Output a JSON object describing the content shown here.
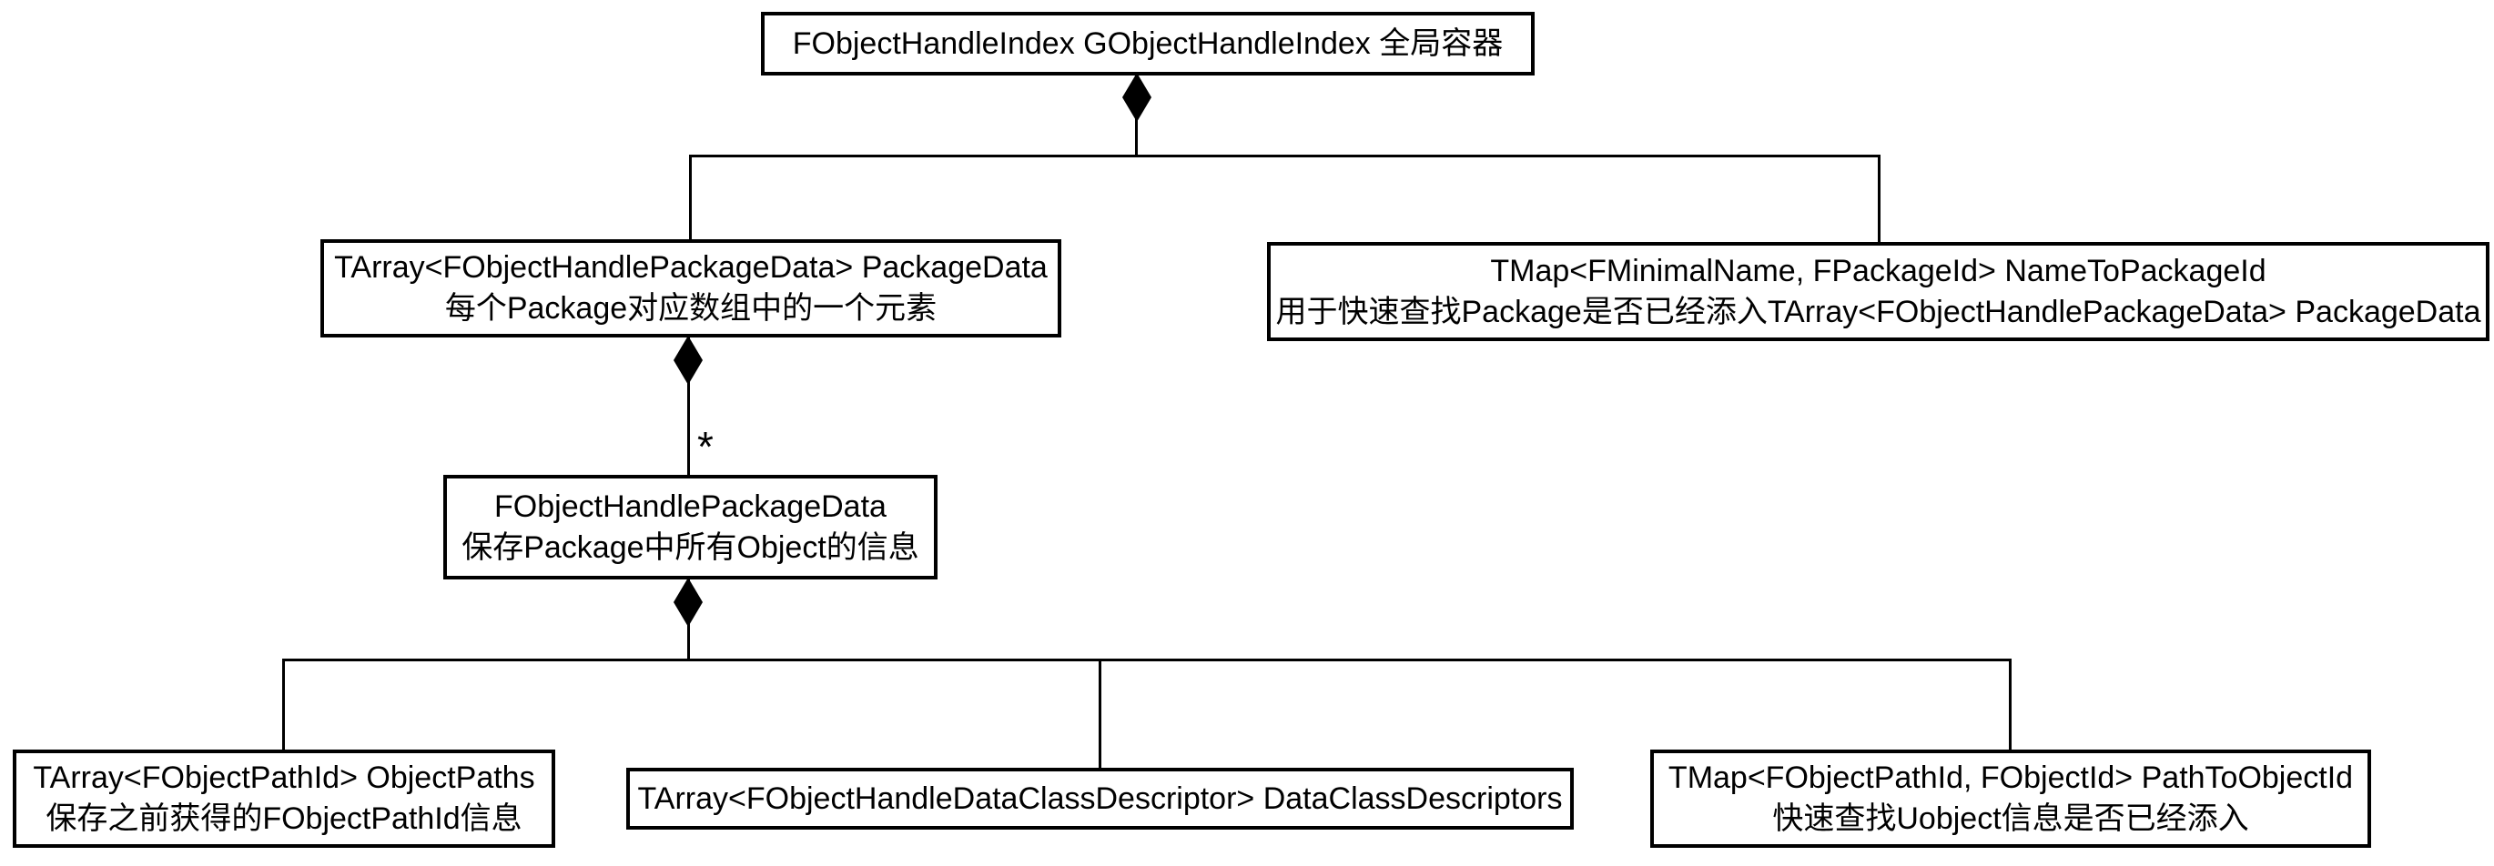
{
  "diagram": {
    "type": "uml-composition-diagram",
    "colors": {
      "line": "#000000",
      "box_border": "#000000",
      "box_fill": "#ffffff",
      "text": "#000000",
      "background": "#ffffff"
    },
    "nodes": {
      "root": {
        "line1": "FObjectHandleIndex GObjectHandleIndex 全局容器",
        "line2": ""
      },
      "package_data_array": {
        "line1": "TArray<FObjectHandlePackageData> PackageData",
        "line2": "每个Package对应数组中的一个元素"
      },
      "name_to_package_id": {
        "line1": "TMap<FMinimalName, FPackageId> NameToPackageId",
        "line2": "用于快速查找Package是否已经添入TArray<FObjectHandlePackageData> PackageData"
      },
      "package_data_struct": {
        "line1": "FObjectHandlePackageData",
        "line2": "保存Package中所有Object的信息"
      },
      "object_paths": {
        "line1": "TArray<FObjectPathId> ObjectPaths",
        "line2": "保存之前获得的FObjectPathId信息"
      },
      "data_class_descriptors": {
        "line1": "TArray<FObjectHandleDataClassDescriptor> DataClassDescriptors",
        "line2": ""
      },
      "path_to_object_id": {
        "line1": "TMap<FObjectPathId, FObjectId> PathToObjectId",
        "line2": "快速查找Uobject信息是否已经添入"
      }
    },
    "labels": {
      "multiplicity_star": "*"
    },
    "relations": [
      "GObjectHandleIndex ◆— PackageData",
      "GObjectHandleIndex ◆— NameToPackageId",
      "PackageData ◆—* FObjectHandlePackageData",
      "FObjectHandlePackageData ◆— ObjectPaths",
      "FObjectHandlePackageData ◆— DataClassDescriptors",
      "FObjectHandlePackageData ◆— PathToObjectId"
    ]
  }
}
